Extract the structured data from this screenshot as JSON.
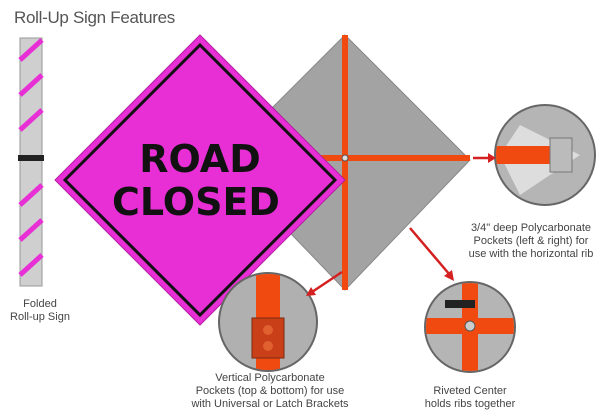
{
  "title": "Roll-Up Sign Features",
  "sign": {
    "line1": "ROAD",
    "line2": "CLOSED"
  },
  "captions": {
    "folded": [
      "Folded",
      "Roll-up Sign"
    ],
    "horizontal_pockets": [
      "3/4\" deep Polycarbonate",
      "Pockets (left & right) for",
      "use with the horizontal rib"
    ],
    "vertical_pockets": [
      "Vertical Polycarbonate",
      "Pockets (top & bottom) for use",
      "with Universal or Latch Brackets"
    ],
    "riveted_center": [
      "Riveted Center",
      "holds ribs together"
    ]
  },
  "colors": {
    "pink": "#e82fd6",
    "orange": "#f04a10",
    "gray": "#a3a3a3",
    "arrow": "#d42020"
  }
}
